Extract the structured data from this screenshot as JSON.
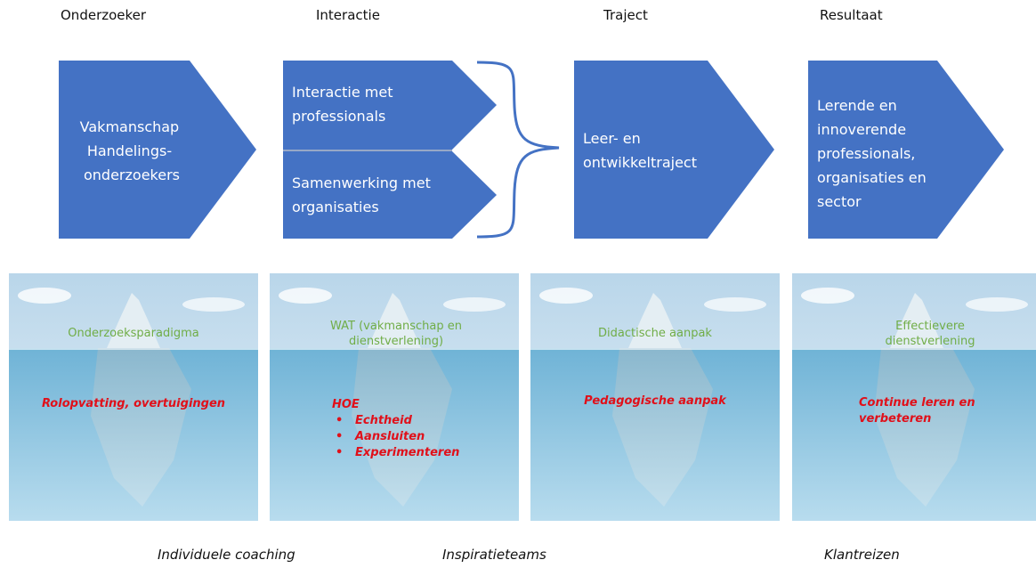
{
  "columns": {
    "onderzoeker": "Onderzoeker",
    "interactie": "Interactie",
    "traject": "Traject",
    "resultaat": "Resultaat"
  },
  "arrows": {
    "vakmanschap": [
      "Vakmanschap",
      "Handelings-",
      "onderzoekers"
    ],
    "interactie_met": [
      "Interactie met",
      "professionals"
    ],
    "samenwerking": [
      "Samenwerking met",
      "organisaties"
    ],
    "leer": [
      "Leer- en",
      "ontwikkeltraject"
    ],
    "lerende": [
      "Lerende en",
      "innoverende",
      "professionals,",
      "organisaties en",
      "sector"
    ]
  },
  "icebergs": [
    {
      "above": "Onderzoeksparadigma",
      "below": "Rolopvatting, overtuigingen"
    },
    {
      "above": "WAT (vakmanschap en dienstverlening)",
      "below_title": "HOE",
      "bullets": [
        "Echtheid",
        "Aansluiten",
        "Experimenteren"
      ]
    },
    {
      "above": "Didactische aanpak",
      "below": "Pedagogische aanpak"
    },
    {
      "above": "Effectievere dienstverlening",
      "below": "Continue leren en verbeteren"
    }
  ],
  "bottom": {
    "coaching": "Individuele coaching",
    "teams": "Inspiratieteams",
    "reizen": "Klantreizen"
  },
  "colors": {
    "arrow_fill": "#4472c4",
    "arrow_text": "#ffffff",
    "above_text": "#70ad47",
    "below_text": "#e0101a"
  }
}
